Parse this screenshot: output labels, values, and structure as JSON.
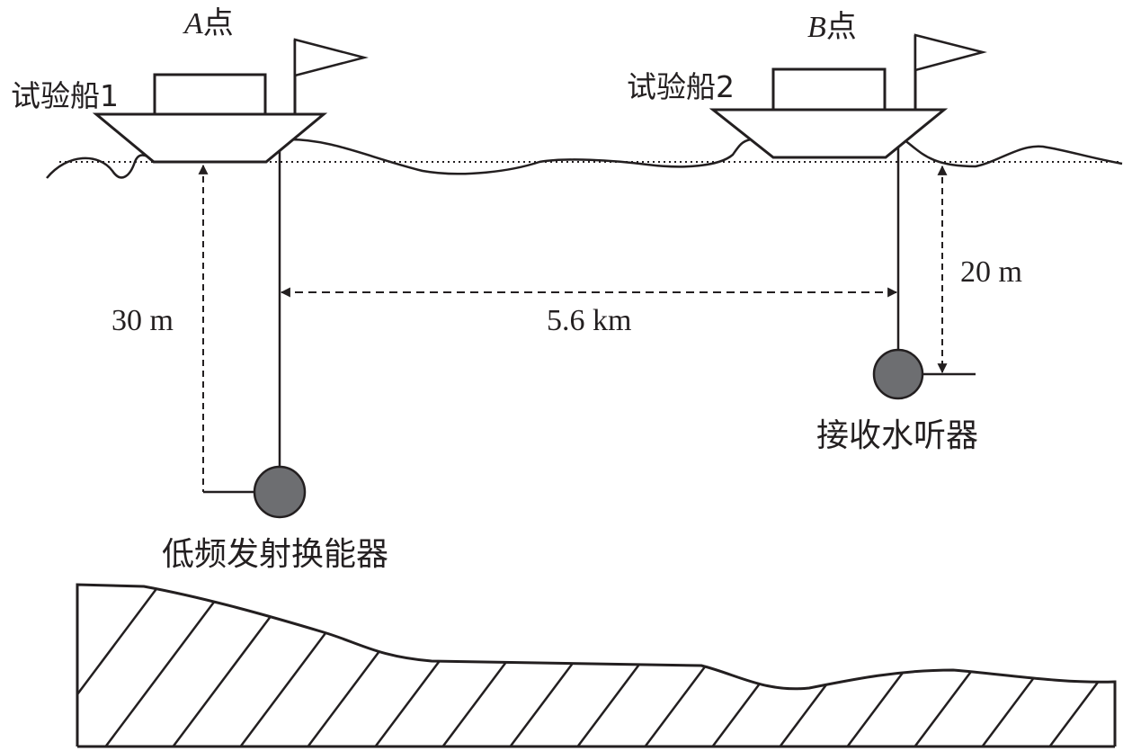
{
  "diagram": {
    "point_a_letter": "A",
    "point_a_suffix": "点",
    "point_b_letter": "B",
    "point_b_suffix": "点",
    "ship1_label": "试验船1",
    "ship2_label": "试验船2",
    "depth_a_label": "30 m",
    "depth_b_label": "20 m",
    "distance_label": "5.6 km",
    "transducer_label": "低频发射换能器",
    "hydrophone_label": "接收水听器"
  },
  "colors": {
    "ink": "#231f20",
    "sphere": "#6d6e71",
    "background": "#ffffff"
  }
}
